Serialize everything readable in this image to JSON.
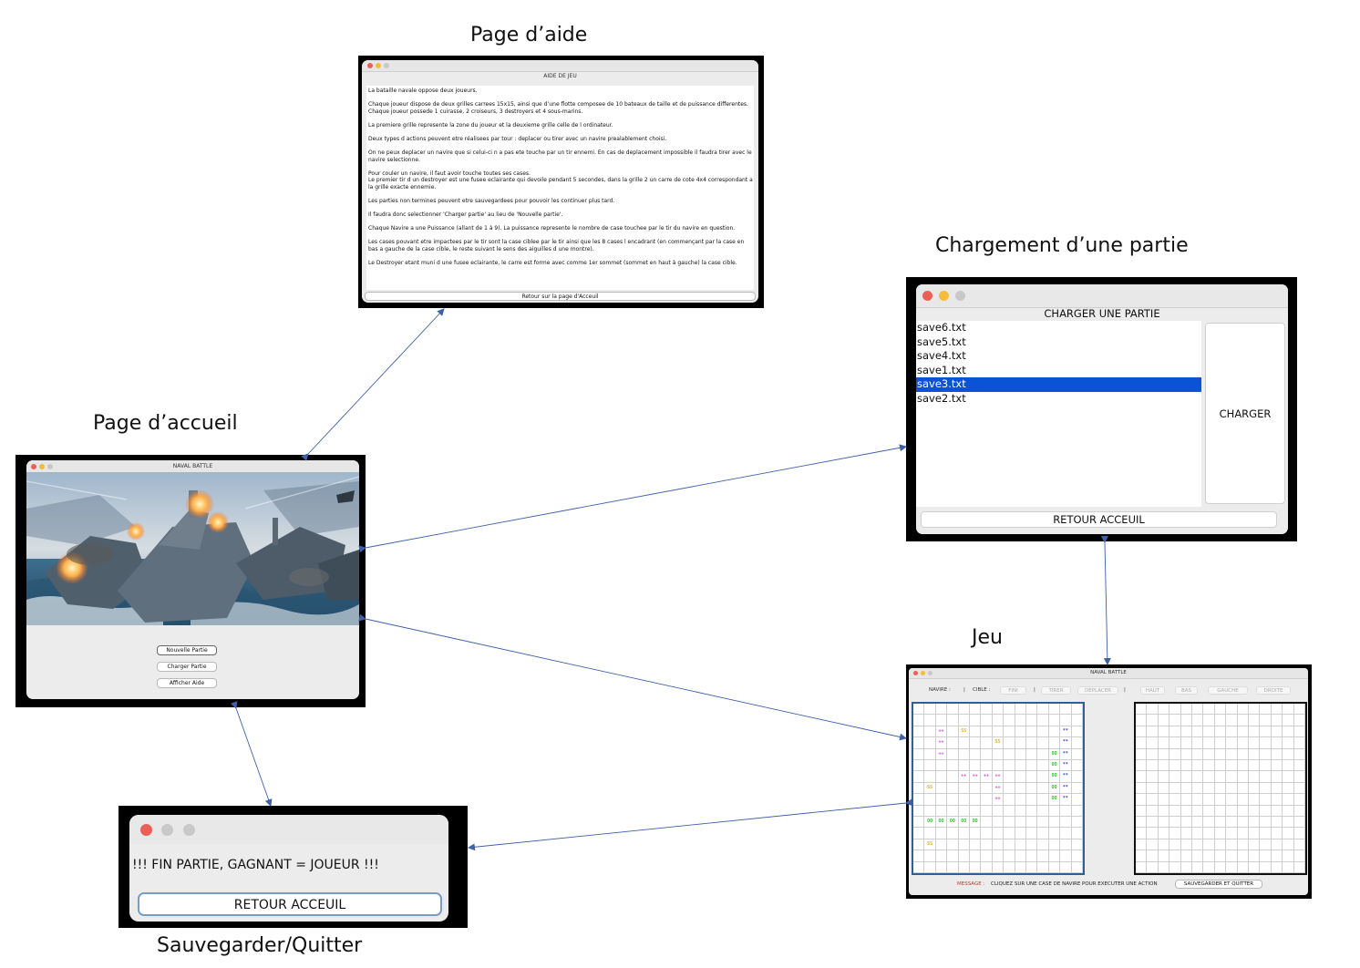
{
  "captions": {
    "help": "Page d’aide",
    "load": "Chargement d’une partie",
    "home": "Page d’accueil",
    "game": "Jeu",
    "end": "Sauvegarder/Quitter"
  },
  "help_window": {
    "title": "AIDE DE JEU",
    "paragraphs": [
      "La bataille navale oppose deux joueurs.",
      "Chaque joueur dispose de deux grilles carrees 15x15, ainsi que d’une flotte composee de 10 bateaux de taille et de puissance differentes. Chaque joueur possede 1 cuirasse, 2 croiseurs, 3 destroyers et 4 sous-marins.",
      "La premiere grille represente la zone du joueur et la deuxieme grille celle de l ordinateur.",
      "Deux types d actions peuvent etre réalisees par tour : deplacer ou tirer avec un navire prealablement choisi.",
      "On ne peux deplacer un navire que si celui-ci n a pas ete touche par un tir ennemi. En cas de deplacement impossible il faudra tirer avec le navire selectionne.",
      "Pour couler un navire, il faut avoir touche toutes ses cases.\nLe premier tir d un destroyer est une fusee eclairante qui devoile pendant 5 secondes, dans la grille 2 un carre de cote 4x4 correspondant a la grille exacte ennemie.",
      "Les parties non termines peuvent etre sauvegardees pour pouvoir les continuer plus tard.",
      "Il faudra donc selectionner 'Charger partie' au lieu de 'Nouvelle partie'.",
      "Chaque Navire a une Puissance (allant de 1 à 9). La puissance represente le nombre de case touchee par le tir du navire en question.",
      "Les cases pouvant etre impactees par le tir sont la case ciblee par le tir ainsi que les 8 cases l encadrant (en commençant par la case en bas a gauche de la case cible, le reste suivant le sens des aiguilles d une montre).",
      "Le Destroyer etant muni d une fusee eclairante, le carre est forme avec comme 1er sommet (sommet en haut à gauche) la case cible."
    ],
    "back_button": "Retour sur la page d'Acceuil"
  },
  "load_window": {
    "title": "CHARGER UNE PARTIE",
    "files": [
      "save6.txt",
      "save5.txt",
      "save4.txt",
      "save1.txt",
      "save3.txt",
      "save2.txt"
    ],
    "selected": "save3.txt",
    "load_button": "CHARGER",
    "back_button": "RETOUR ACCEUIL"
  },
  "home_window": {
    "title": "NAVAL BATTLE",
    "buttons": {
      "new_game": "Nouvelle Partie",
      "load_game": "Charger Partie",
      "show_help": "Afficher Aide"
    }
  },
  "game_window": {
    "title": "NAVAL BATTLE",
    "toolbar": {
      "ship_label": "NAVIRE :",
      "sep1": "|",
      "target_label": "CIBLE :",
      "fini": "FINI",
      "sep2": "|",
      "tirer": "TIRER",
      "deplacer": "DEPLACER",
      "sep3": "|",
      "haut": "HAUT",
      "bas": "BAS",
      "gauche": "GAUCHE",
      "droite": "DROITE"
    },
    "player_grid": {
      "size": 15,
      "marks": [
        {
          "row": 2,
          "col": 2,
          "text": "++",
          "color": "#d24bd2"
        },
        {
          "row": 3,
          "col": 2,
          "text": "++",
          "color": "#d24bd2"
        },
        {
          "row": 4,
          "col": 2,
          "text": "++",
          "color": "#d24bd2"
        },
        {
          "row": 2,
          "col": 4,
          "text": "SS",
          "color": "#e0b21c"
        },
        {
          "row": 3,
          "col": 7,
          "text": "SS",
          "color": "#e0b21c"
        },
        {
          "row": 7,
          "col": 1,
          "text": "SS",
          "color": "#e0b21c"
        },
        {
          "row": 12,
          "col": 1,
          "text": "SS",
          "color": "#e0b21c"
        },
        {
          "row": 6,
          "col": 4,
          "text": "++",
          "color": "#d24bd2"
        },
        {
          "row": 6,
          "col": 5,
          "text": "++",
          "color": "#d24bd2"
        },
        {
          "row": 6,
          "col": 6,
          "text": "++",
          "color": "#d24bd2"
        },
        {
          "row": 6,
          "col": 7,
          "text": "++",
          "color": "#d24bd2"
        },
        {
          "row": 7,
          "col": 7,
          "text": "++",
          "color": "#d24bd2"
        },
        {
          "row": 8,
          "col": 7,
          "text": "++",
          "color": "#d24bd2"
        },
        {
          "row": 2,
          "col": 13,
          "text": "**",
          "color": "#3b3bd4"
        },
        {
          "row": 3,
          "col": 13,
          "text": "**",
          "color": "#3b3bd4"
        },
        {
          "row": 4,
          "col": 13,
          "text": "**",
          "color": "#3b3bd4"
        },
        {
          "row": 5,
          "col": 13,
          "text": "**",
          "color": "#3b3bd4"
        },
        {
          "row": 6,
          "col": 13,
          "text": "**",
          "color": "#3b3bd4"
        },
        {
          "row": 7,
          "col": 13,
          "text": "**",
          "color": "#3b3bd4"
        },
        {
          "row": 8,
          "col": 13,
          "text": "**",
          "color": "#3b3bd4"
        },
        {
          "row": 4,
          "col": 12,
          "text": "OO",
          "color": "#33c133"
        },
        {
          "row": 5,
          "col": 12,
          "text": "OO",
          "color": "#33c133"
        },
        {
          "row": 6,
          "col": 12,
          "text": "OO",
          "color": "#33c133"
        },
        {
          "row": 7,
          "col": 12,
          "text": "OO",
          "color": "#33c133"
        },
        {
          "row": 8,
          "col": 12,
          "text": "OO",
          "color": "#33c133"
        },
        {
          "row": 10,
          "col": 1,
          "text": "OO",
          "color": "#33c133"
        },
        {
          "row": 10,
          "col": 2,
          "text": "OO",
          "color": "#33c133"
        },
        {
          "row": 10,
          "col": 3,
          "text": "OO",
          "color": "#33c133"
        },
        {
          "row": 10,
          "col": 4,
          "text": "OO",
          "color": "#33c133"
        },
        {
          "row": 10,
          "col": 5,
          "text": "OO",
          "color": "#33c133"
        }
      ]
    },
    "message_label": "MESSAGE :",
    "message_text": "CLIQUEZ SUR UNE CASE DE NAVIRE POUR EXECUTER UNE ACTION",
    "save_quit_button": "SAUVEGARDER ET QUITTER"
  },
  "end_window": {
    "message": "!!! FIN PARTIE, GAGNANT = JOUEUR !!!",
    "back_button": "RETOUR ACCEUIL"
  },
  "colors": {
    "arrow": "#3f5fa8",
    "selection": "#0a52d6",
    "player_grid_border": "#2f5f95",
    "enemy_grid_border": "#111111",
    "message_label": "#c0392b"
  }
}
